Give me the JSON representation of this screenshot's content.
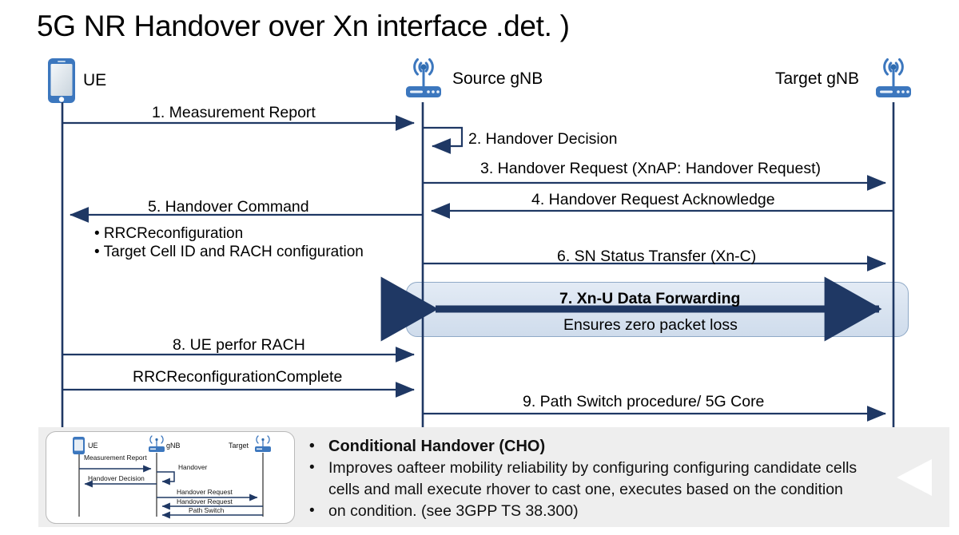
{
  "title": "5G NR Handover over Xn interface .det. )",
  "actors": [
    {
      "id": "ue",
      "label": "UE",
      "icon": "smartphone-icon"
    },
    {
      "id": "source",
      "label": "Source gNB",
      "icon": "base-station-icon"
    },
    {
      "id": "target",
      "label": "Target gNB",
      "icon": "base-station-icon"
    }
  ],
  "messages": [
    {
      "n": 1,
      "label": "1. Measurement Report",
      "from": "ue",
      "to": "source",
      "dir": "right"
    },
    {
      "n": 2,
      "label": "2. Handover Decision",
      "from": "source",
      "to": "source",
      "dir": "self"
    },
    {
      "n": 3,
      "label": "3. Handover Request (XnAP:  Handover Request)",
      "label_plain": "3. Handover Request (XnAP: ",
      "label_bold": "Handover Request)",
      "from": "source",
      "to": "target",
      "dir": "right"
    },
    {
      "n": 4,
      "label": "4. Handover Request Acknowledge",
      "from": "target",
      "to": "source",
      "dir": "left"
    },
    {
      "n": 5,
      "label": "5. Handover Command",
      "from": "source",
      "to": "ue",
      "dir": "left"
    },
    {
      "n": 6,
      "label": "6. SN Status Transfer (Xn-C)",
      "from": "source",
      "to": "target",
      "dir": "right"
    },
    {
      "n": 7,
      "label": "7. Xn-U Data Forwarding",
      "from": "source",
      "to": "target",
      "dir": "both",
      "note": "Ensures zero packet loss",
      "highlight": true
    },
    {
      "n": 8,
      "label": "8. UE perfor RACH",
      "from": "ue",
      "to": "source",
      "dir": "right"
    },
    {
      "n": 9,
      "label": "RRCReconfigurationComplete",
      "from": "ue",
      "to": "source",
      "dir": "right"
    },
    {
      "n": 10,
      "label": "9. Path Switch procedure/ 5G Core",
      "from": "source",
      "to": "target",
      "dir": "right"
    }
  ],
  "handover_command_details": [
    "• RRCReconfiguration",
    "• Target Cell ID and RACH configuration"
  ],
  "inset": {
    "actors": [
      {
        "label": "UE",
        "icon": "smartphone-icon"
      },
      {
        "label": "gNB",
        "icon": "base-station-icon"
      },
      {
        "label": "Target",
        "icon": "base-station-icon"
      }
    ],
    "messages": [
      "Measurement Report",
      "Handover",
      "Handover Decision",
      "Handover Request",
      "Handover Request",
      "Path Switch"
    ]
  },
  "bullets": [
    {
      "text": "Conditional Handover (CHO)",
      "bold": true
    },
    {
      "text": "Improves oafteer mobility reliability by configuring configuring candidate cells",
      "bold": false
    },
    {
      "text": "cells and mall execute rhover to cast one,  executes based on the condition",
      "bold": false,
      "continuation": true
    },
    {
      "text": "on condition. (see 3GPP TS 38.300)",
      "bold": false
    }
  ],
  "colors": {
    "line": "#1F3864",
    "arrow": "#1F3864",
    "icon_blue": "#3C77BE",
    "highlight_fill": "#D8E3F0",
    "highlight_border": "#8FA9C6",
    "band_bg": "#EEEEEE",
    "text": "#111111"
  }
}
